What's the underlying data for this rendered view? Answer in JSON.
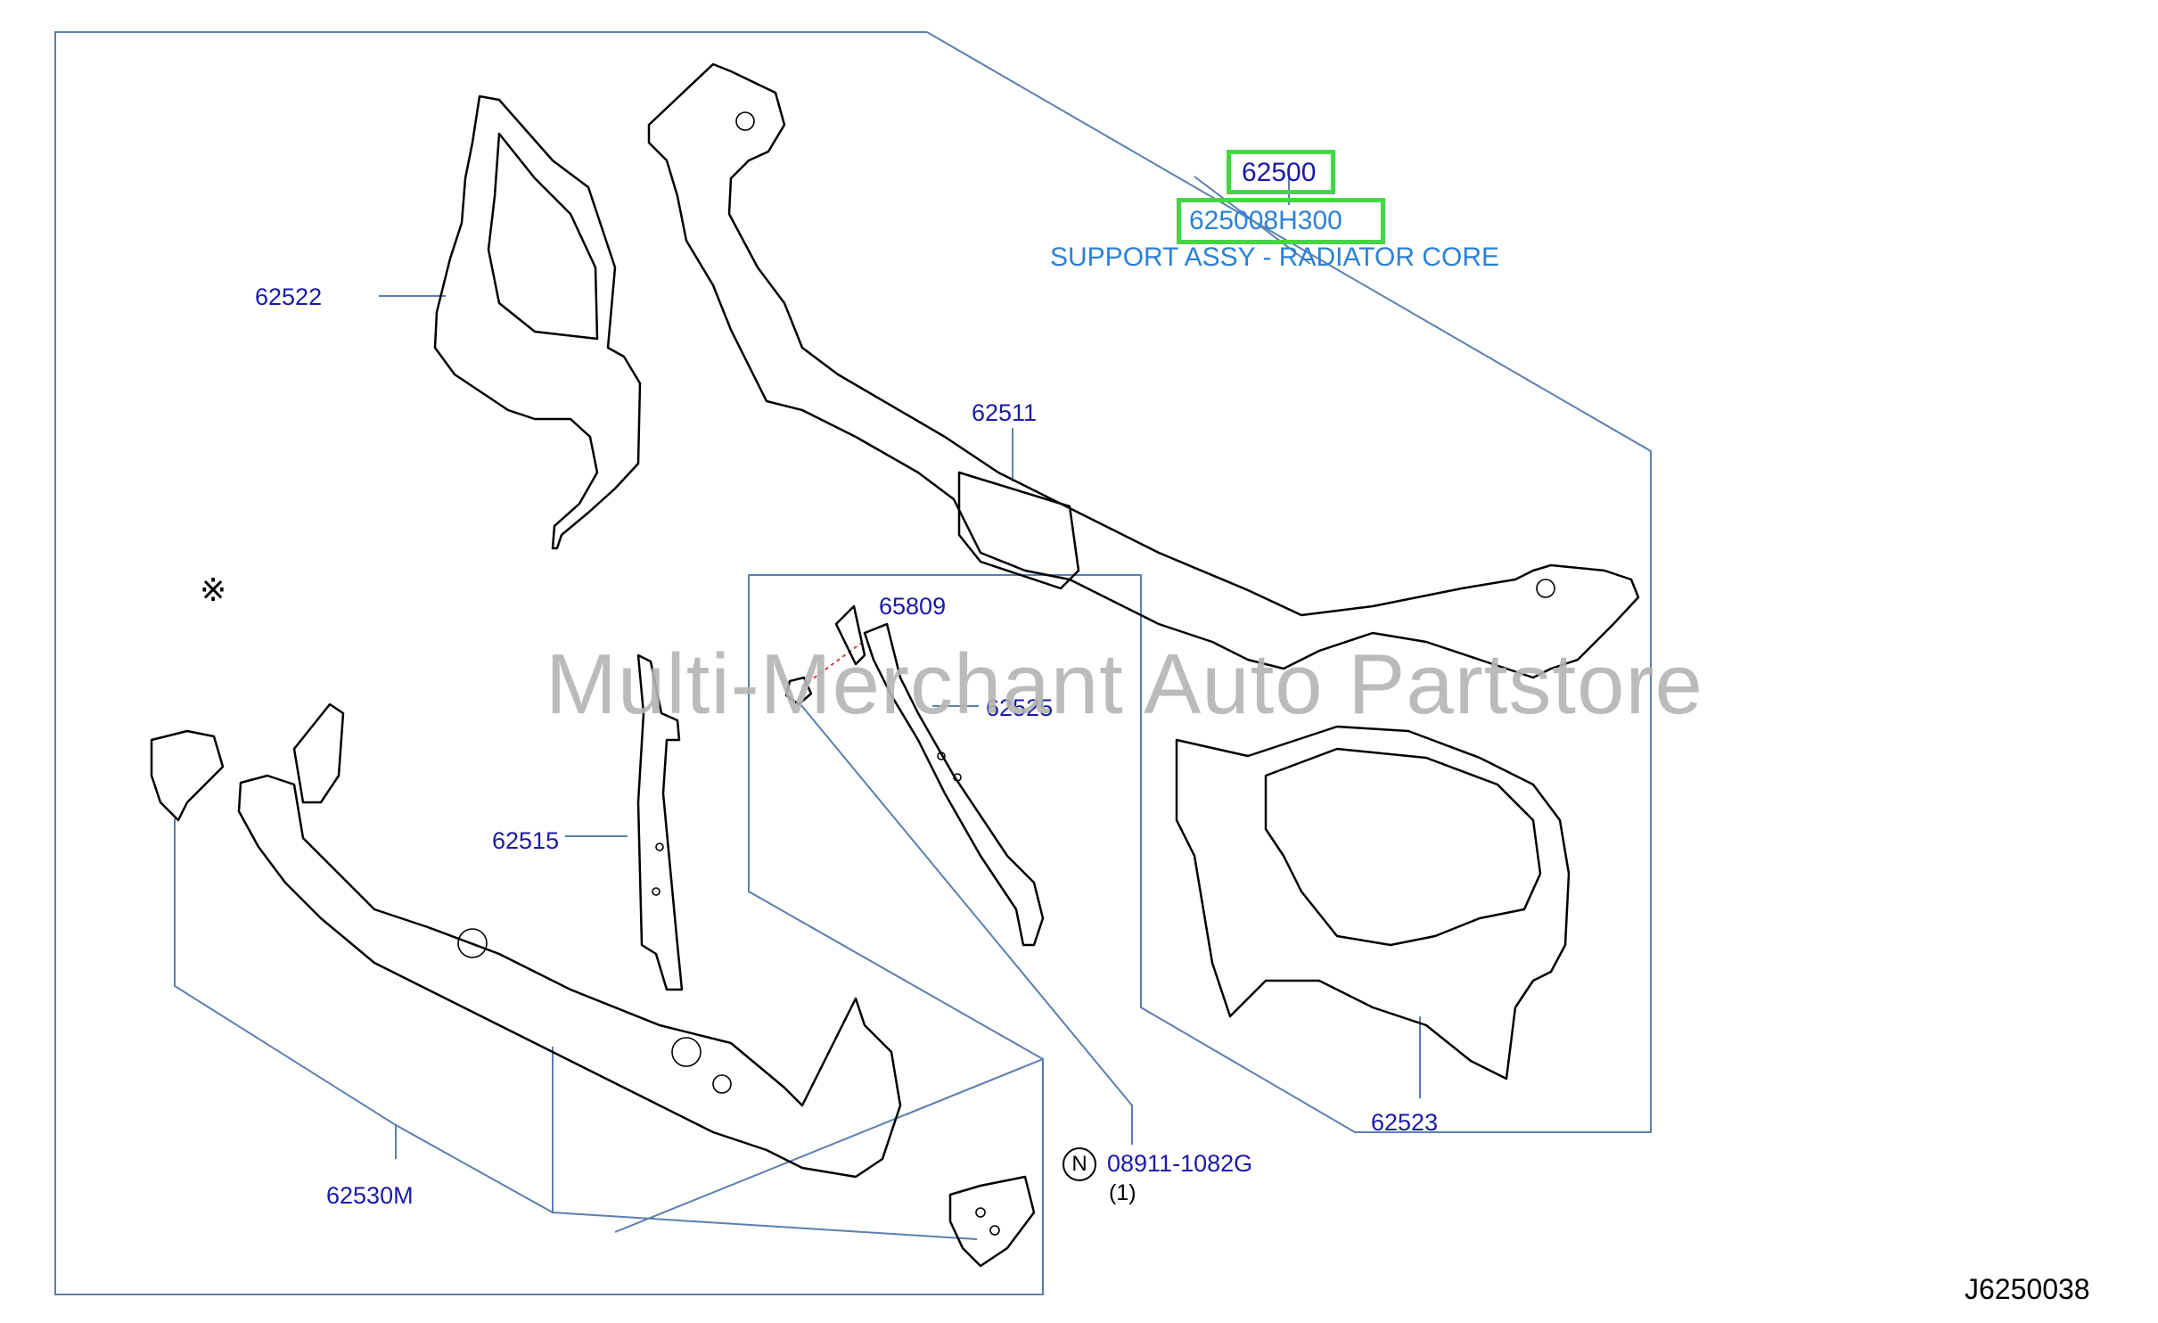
{
  "title_block": {
    "part_number": "62500",
    "part_alt_number": "625008H300",
    "part_description": "SUPPORT ASSY - RADIATOR CORE"
  },
  "callouts": {
    "p62522": "62522",
    "p62511": "62511",
    "p65809": "65809",
    "p62525": "62525",
    "p62515": "62515",
    "p62530m": "62530M",
    "p62523": "62523",
    "p08911": "08911-1082G",
    "qty_08911": "(1)",
    "n_mark": "N"
  },
  "symbols": {
    "reference_mark": "※"
  },
  "watermark": "Multi-Merchant Auto Partstore",
  "diagram_id": "J6250038",
  "colors": {
    "frame_line": "#5b7fb0",
    "part_outline": "#000000",
    "callout_text": "#1a1aa8",
    "description_text": "#2b82d6",
    "highlight": "#45d645",
    "watermark": "#b4b4b4"
  }
}
